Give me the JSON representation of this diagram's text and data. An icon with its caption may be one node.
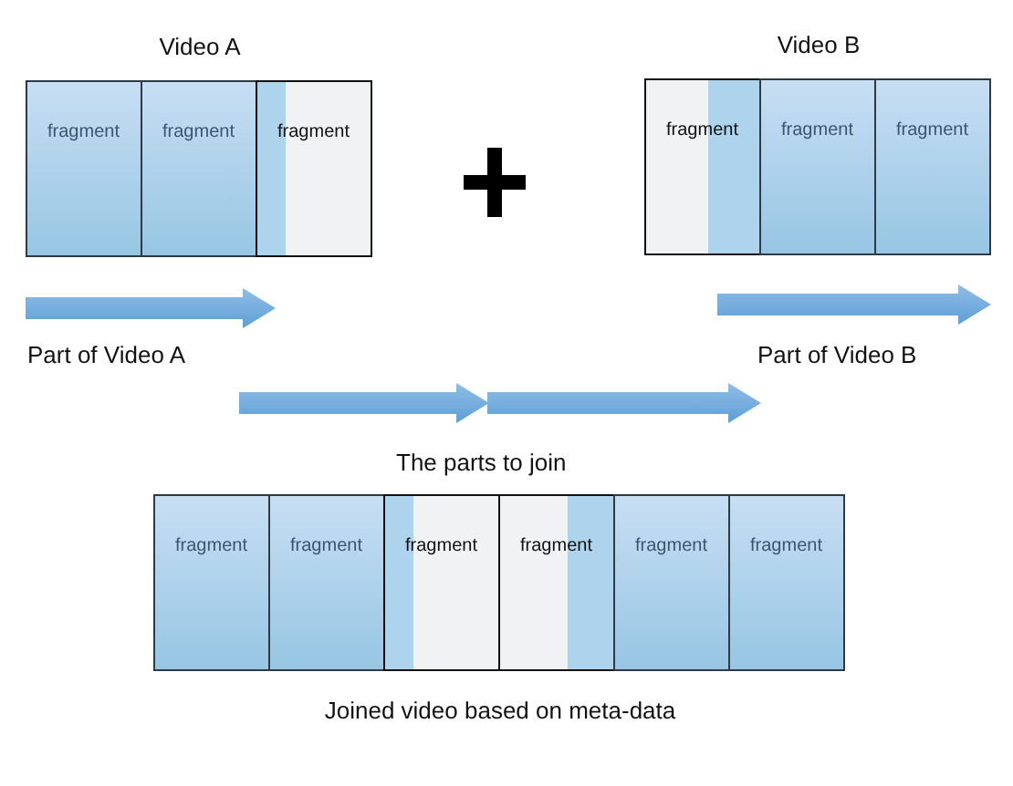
{
  "diagram": {
    "nodes": [
      {
        "text": [
          "Video A"
        ]
      },
      {
        "text": [
          "fragment"
        ],
        "in": 0
      },
      {
        "text": [
          "fragment"
        ],
        "in": 0
      },
      {
        "text": [
          "fragment"
        ],
        "in": 0
      },
      {
        "text": [
          "Video B"
        ]
      },
      {
        "text": [
          "fragment"
        ],
        "in": 4
      },
      {
        "text": [
          "fragment"
        ],
        "in": 4
      },
      {
        "text": [
          "fragment"
        ],
        "in": 4
      },
      {
        "text": [
          "Joined video based on meta-data"
        ]
      },
      {
        "text": [
          "fragment"
        ],
        "in": 8
      },
      {
        "text": [
          "fragment"
        ],
        "in": 8
      },
      {
        "text": [
          "fragment"
        ],
        "in": 8
      },
      {
        "text": [
          "fragment"
        ],
        "in": 8
      },
      {
        "text": [
          "fragment"
        ],
        "in": 8
      },
      {
        "text": [
          "fragment"
        ],
        "in": 8
      }
    ],
    "labels": [
      "Part of Video A",
      "Part of Video B",
      "The parts to join"
    ]
  }
}
